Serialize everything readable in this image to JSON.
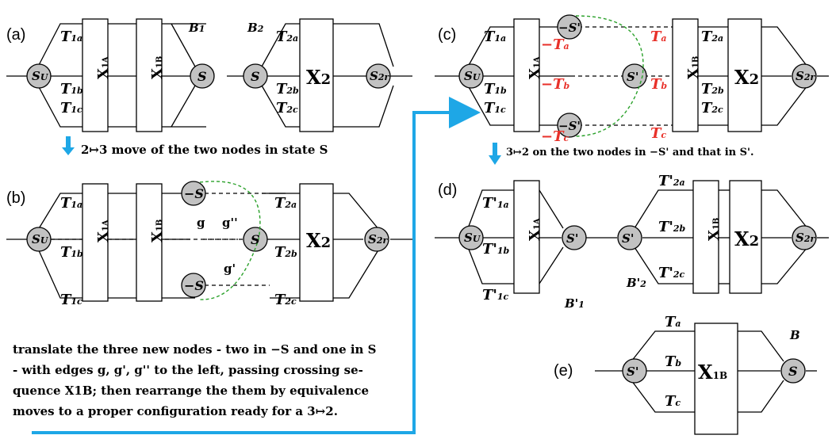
{
  "panels": {
    "a": "(a)",
    "b": "(b)",
    "c": "(c)",
    "d": "(d)",
    "e": "(e)"
  },
  "moves": {
    "ab": "2↦3 move of the two nodes in state S",
    "cd": "3↦2 on the two nodes in −S' and that in S'."
  },
  "caption": [
    "translate the three new nodes - two in −S and one in S",
    "- with edges g, g', g'' to the left, passing crossing se-",
    "quence X1B; then rearrange the them by equivalence",
    "moves to a proper configuration ready for a 3↦2."
  ],
  "edges": {
    "g": "g",
    "g1": "g'",
    "g2": "g''"
  },
  "colors": {
    "arrow": "#1ea7e6",
    "dashed_curve": "#2aa12a",
    "highlight": "#e8312a",
    "node": "#c2c2c2"
  }
}
